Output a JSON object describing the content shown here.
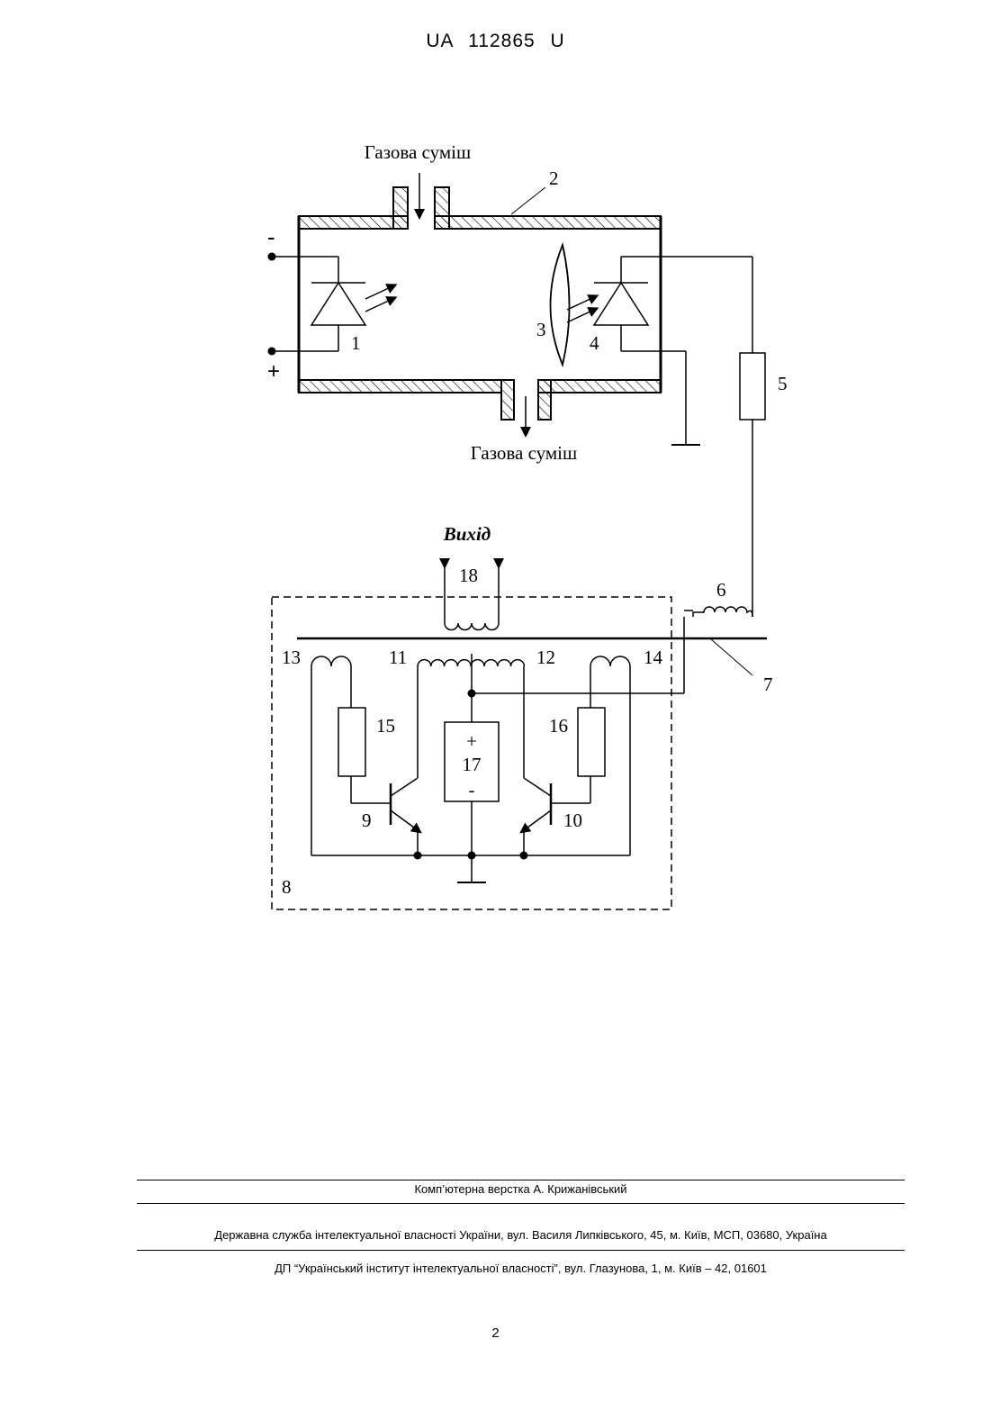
{
  "document": {
    "number": "UA 112865 U",
    "page": "2"
  },
  "diagram": {
    "gas_in_label": "Газова суміш",
    "gas_out_label": "Газова суміш",
    "output_label": "Вихід",
    "minus": "-",
    "plus": "+",
    "refs": {
      "r1": "1",
      "r2": "2",
      "r3": "3",
      "r4": "4",
      "r5": "5",
      "r6": "6",
      "r7": "7",
      "r8": "8",
      "r9": "9",
      "r10": "10",
      "r11": "11",
      "r12": "12",
      "r13": "13",
      "r14": "14",
      "r15": "15",
      "r16": "16",
      "r17": "17",
      "r18": "18"
    },
    "supply_plus": "+",
    "supply_minus": "-"
  },
  "footer": {
    "layout": "Комп’ютерна верстка А. Крижанівський",
    "agency": "Державна служба інтелектуальної власності України, вул. Василя Липківського, 45, м. Київ, МСП, 03680, Україна",
    "institute": "ДП “Український інститут інтелектуальної власності”, вул. Глазунова, 1, м. Київ – 42, 01601"
  }
}
